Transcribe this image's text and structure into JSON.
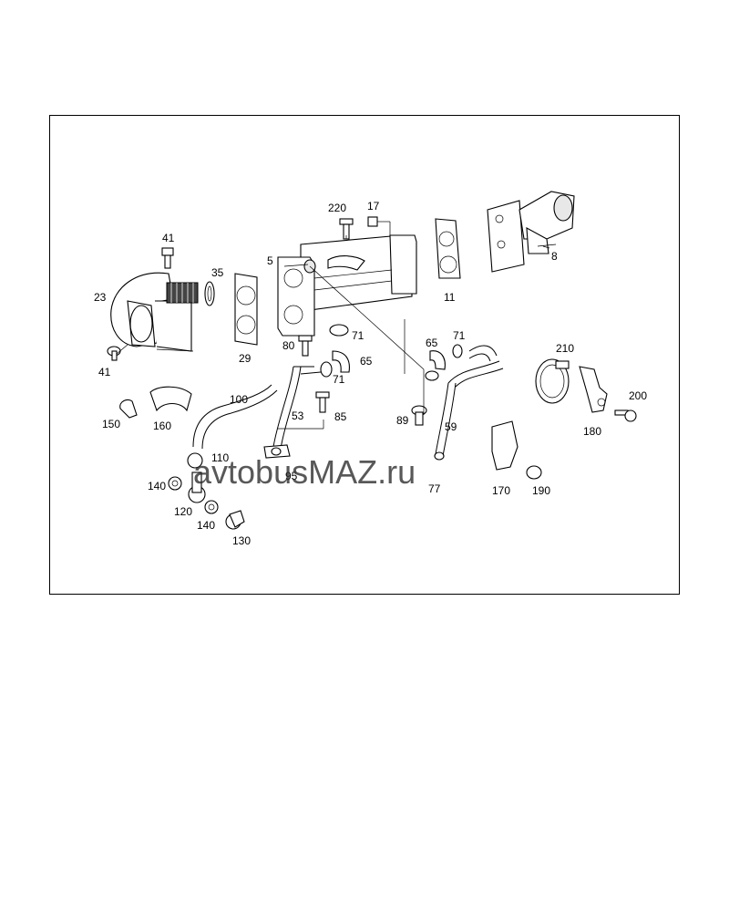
{
  "watermark": "avtobusMAZ.ru",
  "part_labels": [
    "220",
    "17",
    "41",
    "5",
    "35",
    "23",
    "29",
    "11",
    "8",
    "80",
    "71",
    "65",
    "71",
    "65",
    "71",
    "210",
    "41",
    "100",
    "53",
    "85",
    "89",
    "59",
    "200",
    "150",
    "160",
    "180",
    "110",
    "95",
    "77",
    "170",
    "190",
    "140",
    "120",
    "140",
    "130"
  ]
}
